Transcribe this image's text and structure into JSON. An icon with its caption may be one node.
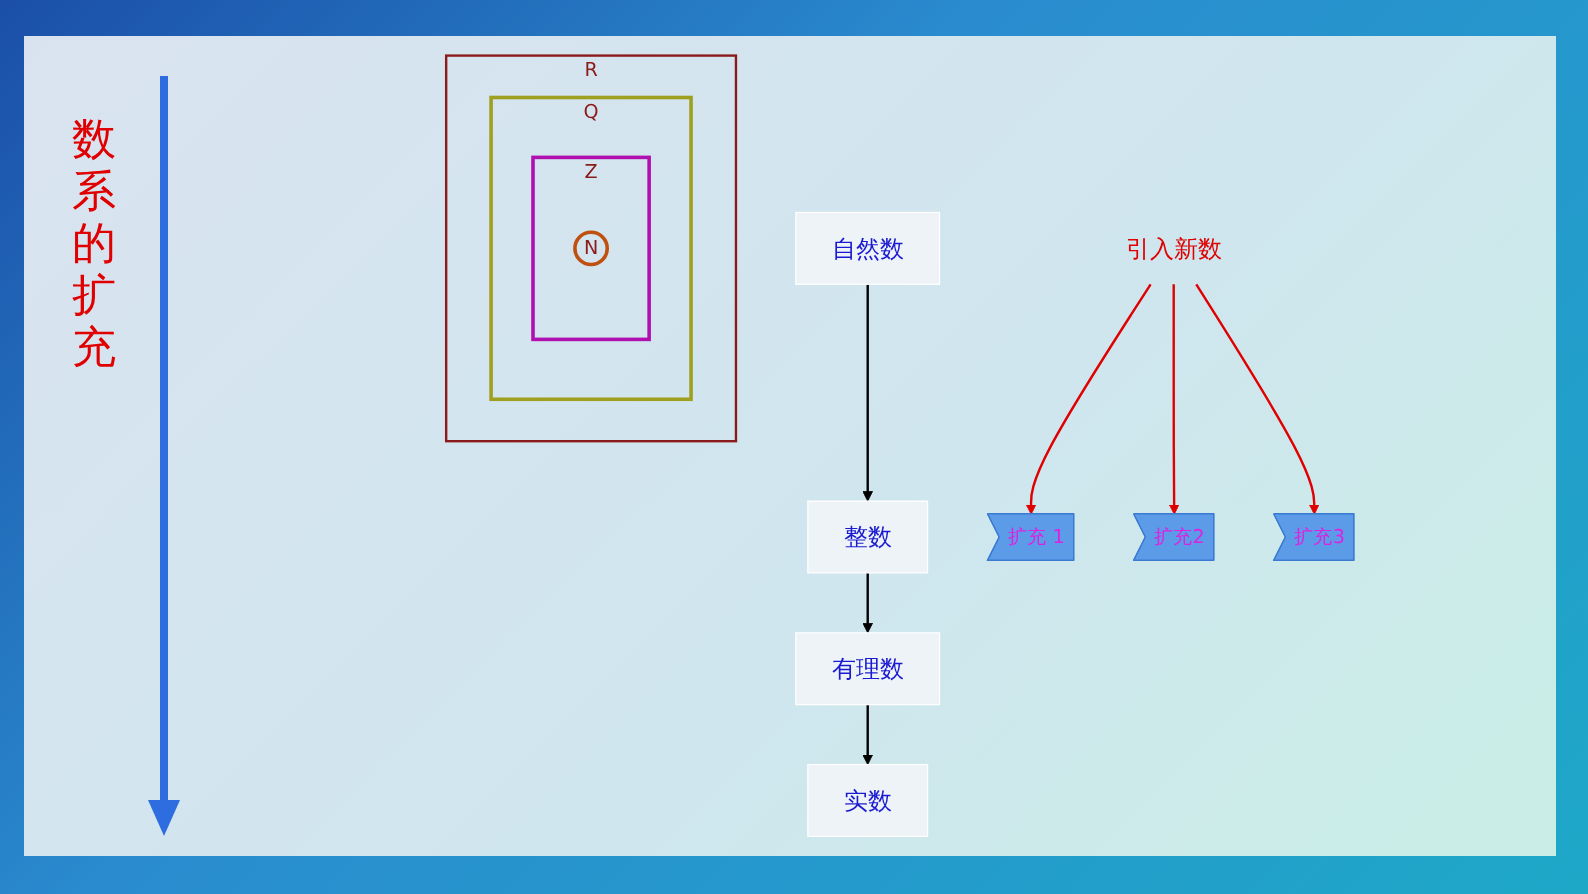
{
  "diagram": {
    "nodes": [
      {
        "text": [
          "自然数"
        ]
      },
      {
        "text": [
          "引入新数"
        ]
      },
      {
        "text": [
          "扩充 1"
        ]
      },
      {
        "text": [
          "整数"
        ]
      },
      {
        "text": [
          "扩充2"
        ]
      },
      {
        "text": [
          "有理数"
        ]
      },
      {
        "text": [
          "扩充3"
        ]
      },
      {
        "text": [
          "实数"
        ]
      },
      {
        "text": [
          "R"
        ]
      },
      {
        "text": [
          "Q"
        ],
        "in": 8
      },
      {
        "text": [
          "Z"
        ],
        "in": 9
      },
      {
        "text": [
          "N"
        ],
        "in": 10
      }
    ],
    "edges": [
      {
        "from": 0,
        "to": 3,
        "arrow": "to"
      },
      {
        "from": 3,
        "to": 5,
        "arrow": "to"
      },
      {
        "from": 5,
        "to": 7,
        "arrow": "to"
      },
      {
        "from": 1,
        "to": 2,
        "arrow": "to",
        "color": "#e00000"
      },
      {
        "from": 1,
        "to": 4,
        "arrow": "to",
        "color": "#e00000"
      },
      {
        "from": 1,
        "to": 6,
        "arrow": "to",
        "color": "#e00000"
      }
    ],
    "labels": [
      "数系的扩充"
    ]
  }
}
